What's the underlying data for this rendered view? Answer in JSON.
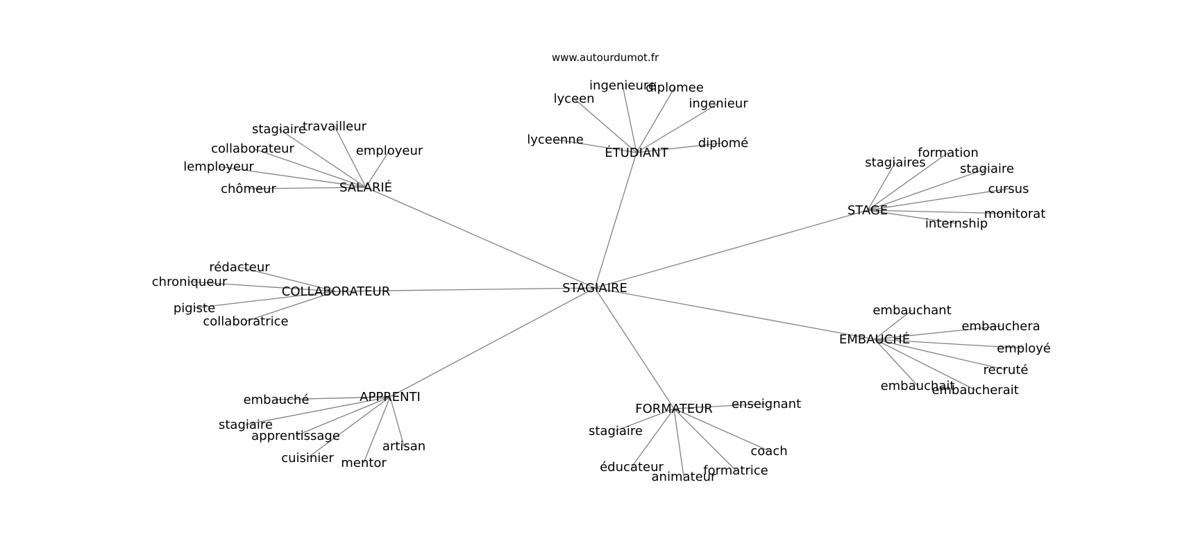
{
  "watermark": "www.autourdumot.fr",
  "graph": {
    "root": "STAGIAIRE",
    "clusters": [
      {
        "name": "ÉTUDIANT",
        "leaves": [
          "ingenieure",
          "diplomee",
          "lyceen",
          "ingenieur",
          "lyceenne",
          "diplomé"
        ]
      },
      {
        "name": "SALARIÉ",
        "leaves": [
          "stagiaire",
          "travailleur",
          "collaborateur",
          "employeur",
          "lemployeur",
          "chômeur"
        ]
      },
      {
        "name": "STAGE",
        "leaves": [
          "stagiaires",
          "formation",
          "stagiaire",
          "cursus",
          "monitorat",
          "internship"
        ]
      },
      {
        "name": "COLLABORATEUR",
        "leaves": [
          "rédacteur",
          "chroniqueur",
          "pigiste",
          "collaboratrice"
        ]
      },
      {
        "name": "EMBAUCHÉ",
        "leaves": [
          "embauchant",
          "embauchera",
          "employé",
          "recruté",
          "embauchait",
          "embaucherait"
        ]
      },
      {
        "name": "APPRENTI",
        "leaves": [
          "embauché",
          "stagiaire",
          "apprentissage",
          "artisan",
          "cuisinier",
          "mentor"
        ]
      },
      {
        "name": "FORMATEUR",
        "leaves": [
          "enseignant",
          "stagiaire",
          "coach",
          "éducateur",
          "formatrice",
          "animateur"
        ]
      }
    ]
  }
}
